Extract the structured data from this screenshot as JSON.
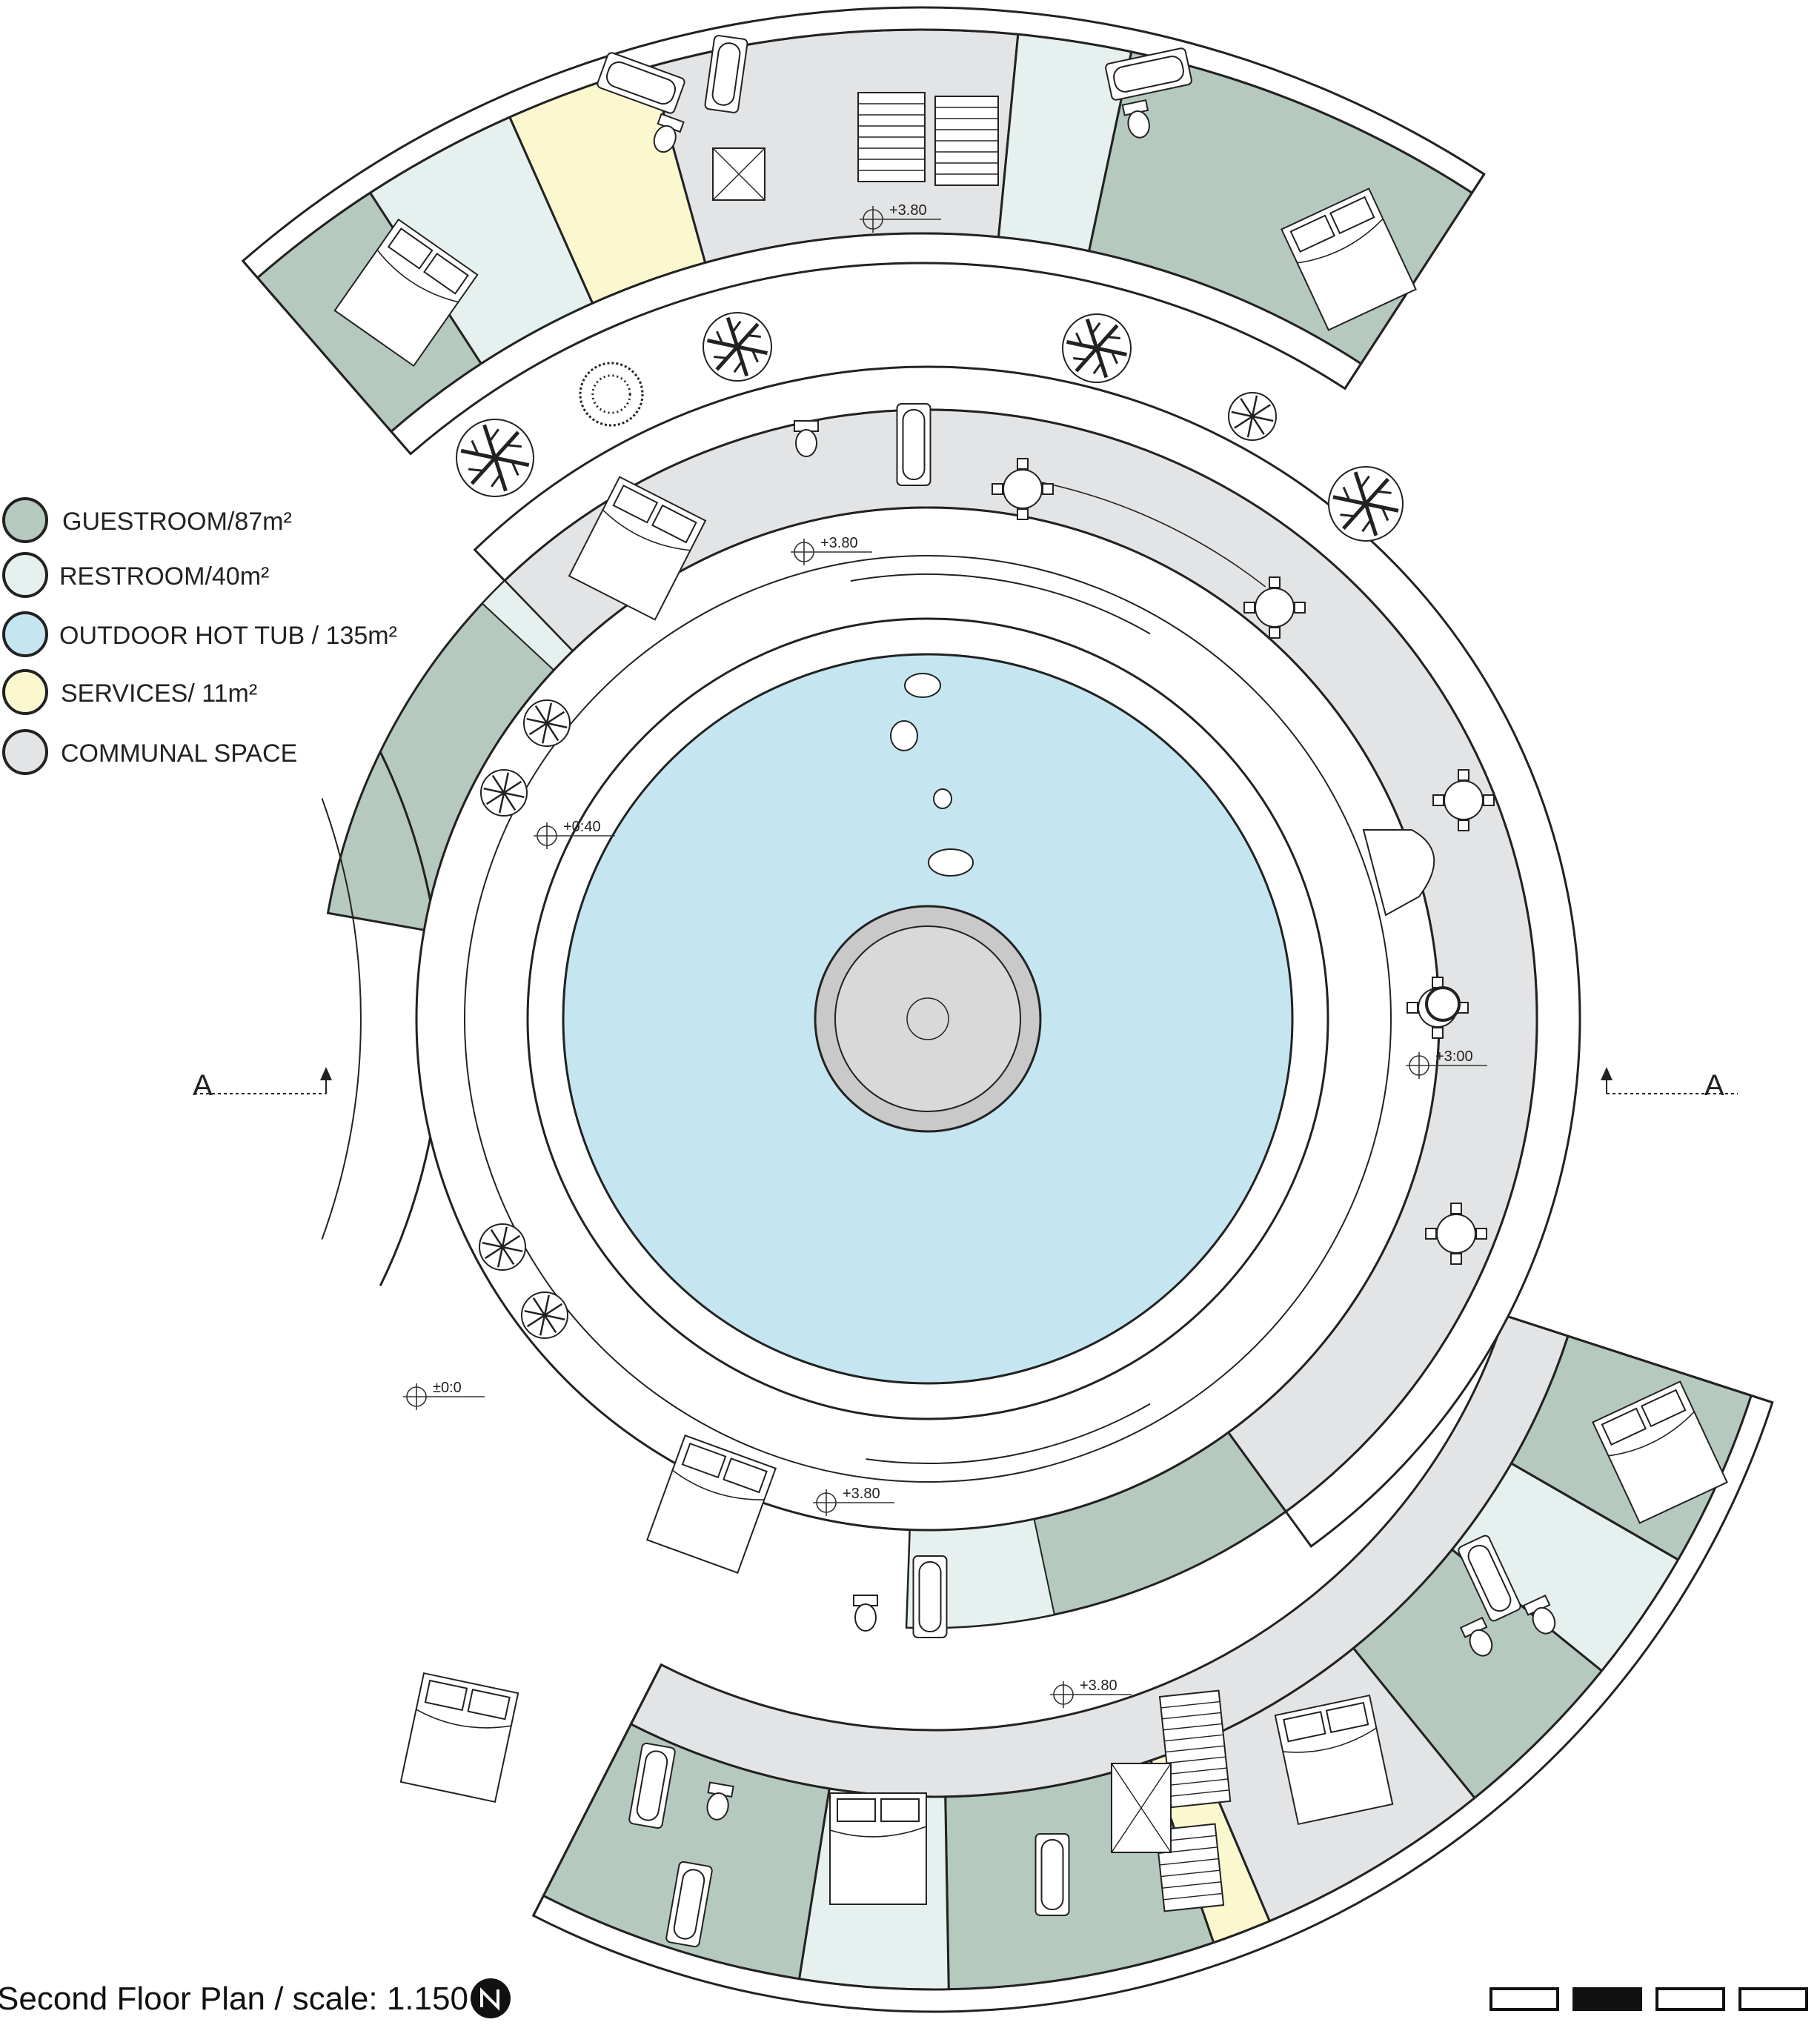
{
  "title": "Second Floor Plan / scale: 1.150",
  "north_mark": "N",
  "section_marks": [
    "A",
    "A"
  ],
  "legend": [
    {
      "label": "GUESTROOM/87m²",
      "color": "#b5c9bf"
    },
    {
      "label": "RESTROOM/40m²",
      "color": "#e6f1ef"
    },
    {
      "label": "OUTDOOR HOT TUB / 135m²",
      "color": "#c5e6f1"
    },
    {
      "label": "SERVICES/ 11m²",
      "color": "#fbf7cf"
    },
    {
      "label": "COMMUNAL SPACE",
      "color": "#e3e4e5"
    }
  ],
  "elevations": [
    "+3.80",
    "+3.80",
    "+0:40",
    "+3:00",
    "±0:0",
    "+3.80",
    "+3.80"
  ],
  "colors": {
    "guestroom": "#b5c9bf",
    "restroom": "#e6f1ef",
    "hot_tub": "#c5e6f1",
    "services": "#fbf7cf",
    "communal": "#e3e4e5",
    "island": "#c9c9c9",
    "line": "#222222"
  }
}
